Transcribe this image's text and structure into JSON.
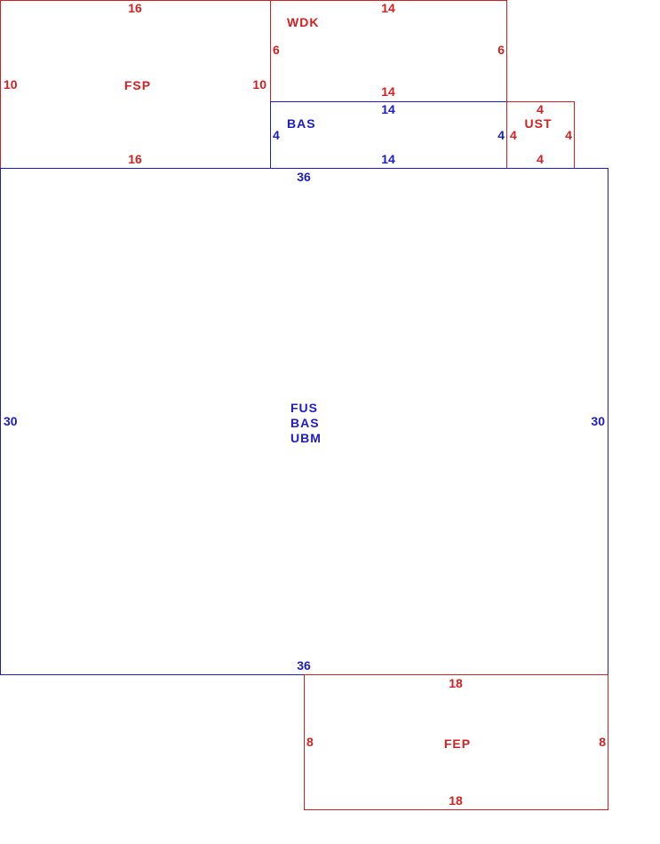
{
  "colors": {
    "red": "#d42020",
    "blue": "#1c1cc8"
  },
  "areas": {
    "fsp": {
      "code": "FSP",
      "top": "16",
      "bottom": "16",
      "left": "10",
      "right": "10"
    },
    "wdk": {
      "code": "WDK",
      "top": "14",
      "bottom": "14",
      "left": "6",
      "right": "6"
    },
    "bas_small": {
      "code": "BAS",
      "top": "14",
      "bottom": "14",
      "left": "4",
      "right": "4"
    },
    "ust": {
      "code": "UST",
      "top": "4",
      "bottom": "4",
      "left": "4",
      "right": "4"
    },
    "main": {
      "codes": [
        "FUS",
        "BAS",
        "UBM"
      ],
      "top": "36",
      "bottom": "36",
      "left": "30",
      "right": "30"
    },
    "fep": {
      "code": "FEP",
      "top": "18",
      "bottom": "18",
      "left": "8",
      "right": "8"
    }
  }
}
